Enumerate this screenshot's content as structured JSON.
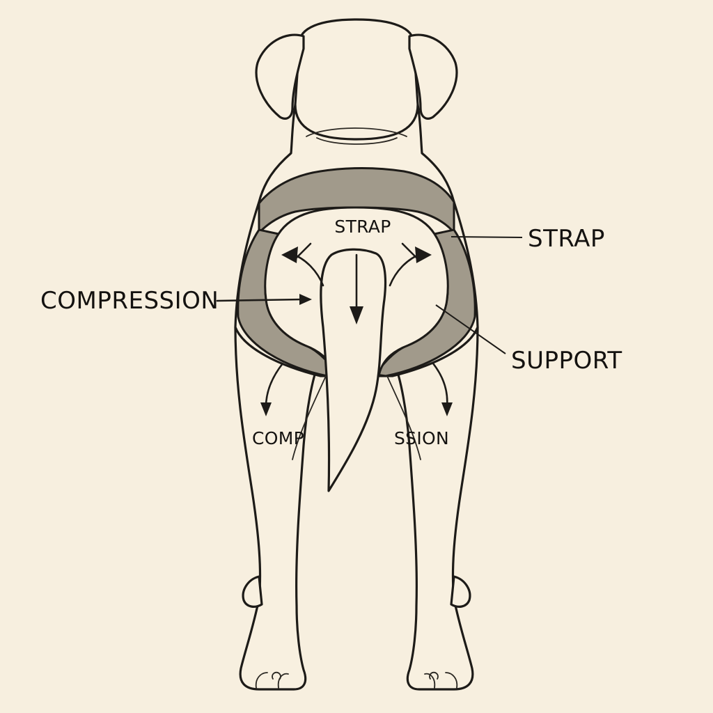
{
  "labels": {
    "strap_center": "STRAP",
    "strap_right": "STRAP",
    "compression_left": "COMPRESSION",
    "support_right": "SUPPORT",
    "comp_fragment_left": "COMP",
    "comp_fragment_right": "SSION"
  },
  "colors": {
    "background": "#f7efdf",
    "garment": "#a19a8b",
    "ink": "#1d1b18"
  }
}
